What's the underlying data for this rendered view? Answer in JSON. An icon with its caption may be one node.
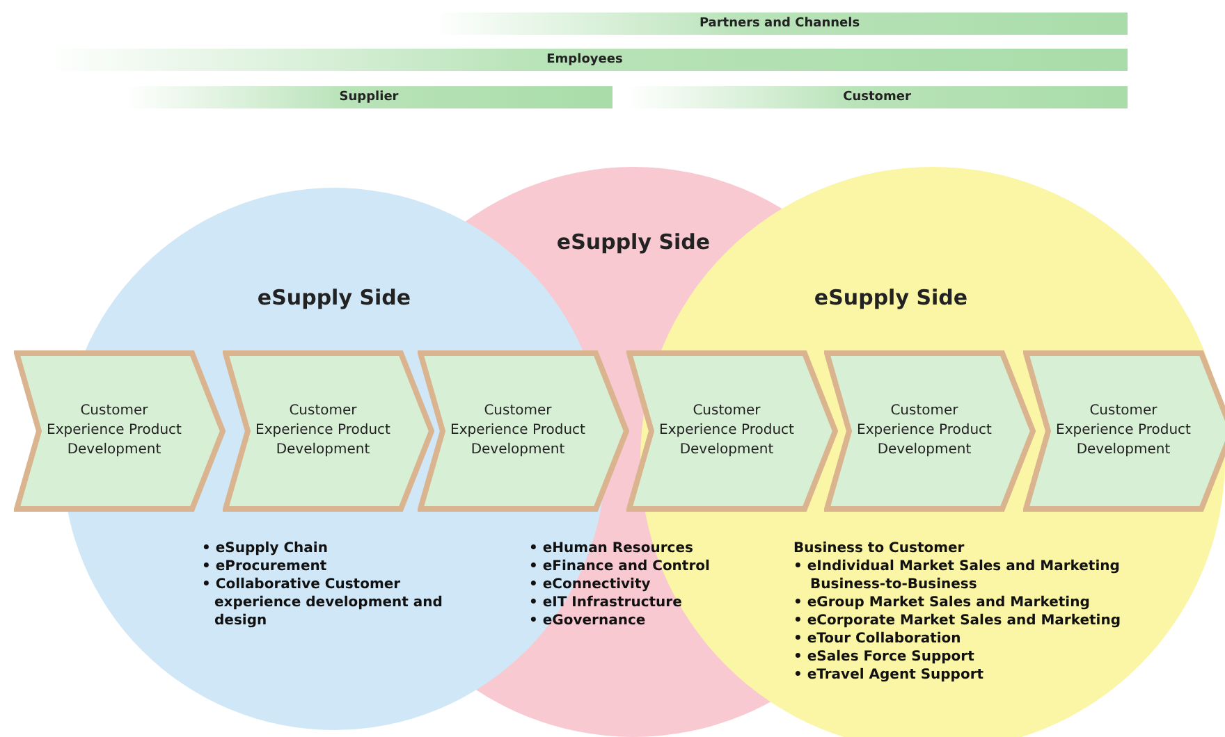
{
  "diagram": {
    "nodes": [
      {
        "text": [
          "Partners and Channels"
        ]
      },
      {
        "text": [
          "Employees"
        ]
      },
      {
        "text": [
          "Supplier"
        ]
      },
      {
        "text": [
          "Customer"
        ]
      },
      {
        "text": [
          "eSupply Side"
        ]
      },
      {
        "text": [
          "eSupply Side"
        ]
      },
      {
        "text": [
          "eSupply Side"
        ]
      },
      {
        "text": [
          "Customer Experience Product Development"
        ]
      },
      {
        "text": [
          "Customer Experience Product Development"
        ]
      },
      {
        "text": [
          "Customer Experience Product Development"
        ]
      },
      {
        "text": [
          "Customer Experience Product Development"
        ]
      },
      {
        "text": [
          "Customer Experience Product Development"
        ]
      },
      {
        "text": [
          "Customer Experience Product Development"
        ]
      }
    ],
    "labels": [
      "• eSupply Chain",
      "• eProcurement",
      "• Collaborative Customer experience development and design",
      "• eHuman Resources",
      "• eFinance and Control",
      "• eConnectivity",
      "• eIT Infrastructure",
      "• eGovernance",
      "Business to Customer",
      "• eIndividual Market Sales and Marketing",
      "Business-to-Business",
      "• eGroup Market Sales and Marketing",
      "• eCorporate Market Sales and Marketing",
      "• eTour Collaboration",
      "• eSales Force Support",
      "• eTravel Agent Support"
    ]
  }
}
